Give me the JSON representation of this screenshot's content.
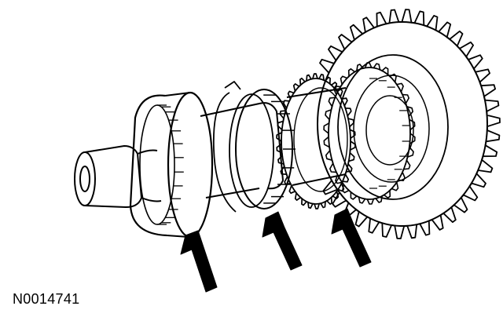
{
  "figure": {
    "id_label": "N0014741",
    "line_color": "#000000",
    "background_color": "#ffffff"
  },
  "components": [
    {
      "name": "shaft"
    },
    {
      "name": "synchronizer-sleeve"
    },
    {
      "name": "blocking-ring"
    },
    {
      "name": "gear-clutch-teeth-ring"
    },
    {
      "name": "large-gear"
    }
  ],
  "callout_arrows": [
    {
      "name": "arrow-1"
    },
    {
      "name": "arrow-2"
    },
    {
      "name": "arrow-3"
    }
  ]
}
